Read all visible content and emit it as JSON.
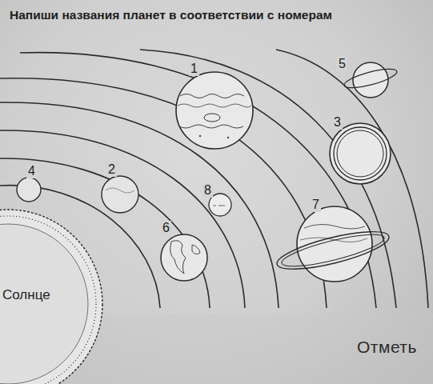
{
  "diagram": {
    "title": "Напиши названия планет в соответствии с номерам",
    "labels": [
      "1",
      "5",
      "3",
      "4",
      "2",
      "8",
      "6",
      "7",
      "Солнце",
      "Отметь"
    ]
  }
}
